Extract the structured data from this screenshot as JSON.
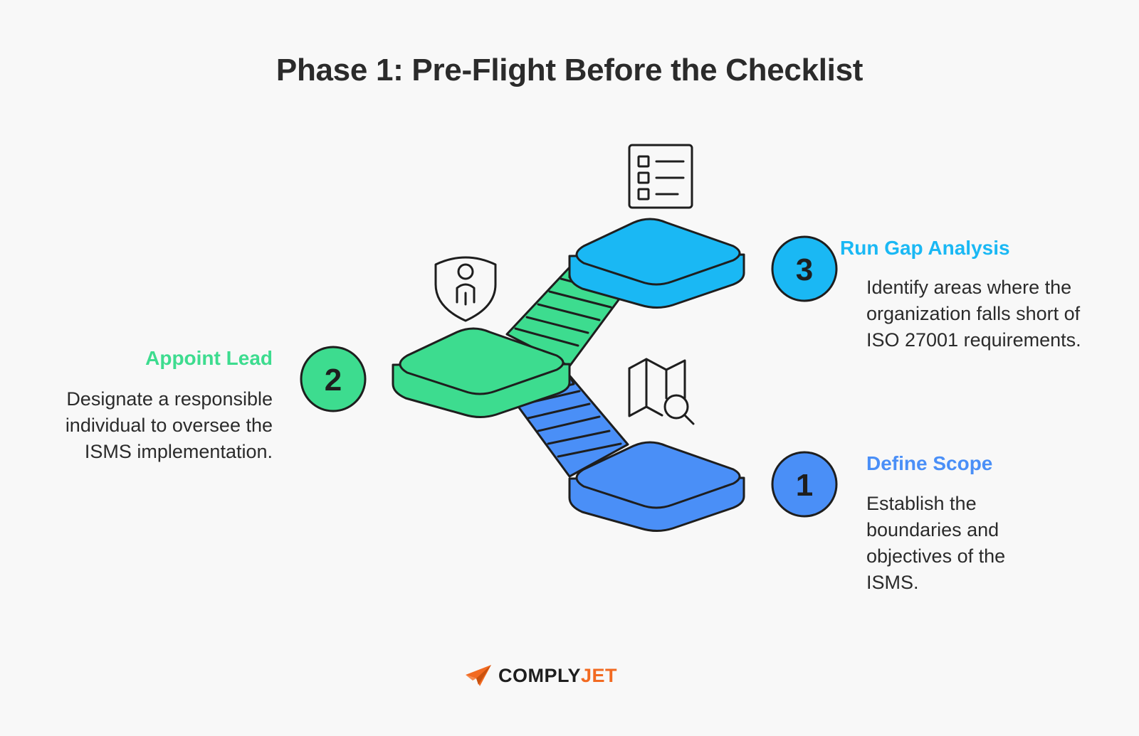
{
  "title": "Phase 1: Pre-Flight Before the Checklist",
  "steps": [
    {
      "number": "1",
      "title": "Define Scope",
      "description": "Establish the boundaries and objectives of the ISMS.",
      "color": "#4a8ff7",
      "icon": "map-search-icon"
    },
    {
      "number": "2",
      "title": "Appoint Lead",
      "description": "Designate a responsible individual to oversee the ISMS implementation.",
      "color": "#3ddc8f",
      "icon": "shield-person-icon"
    },
    {
      "number": "3",
      "title": "Run Gap Analysis",
      "description": "Identify areas where the organization falls short of ISO 27001 requirements.",
      "color": "#1ab8f4",
      "icon": "checklist-icon"
    }
  ],
  "brand": {
    "name_part1": "COMPLY",
    "name_part2": "JET",
    "accent_color": "#f26a21",
    "icon": "paper-plane-icon"
  }
}
